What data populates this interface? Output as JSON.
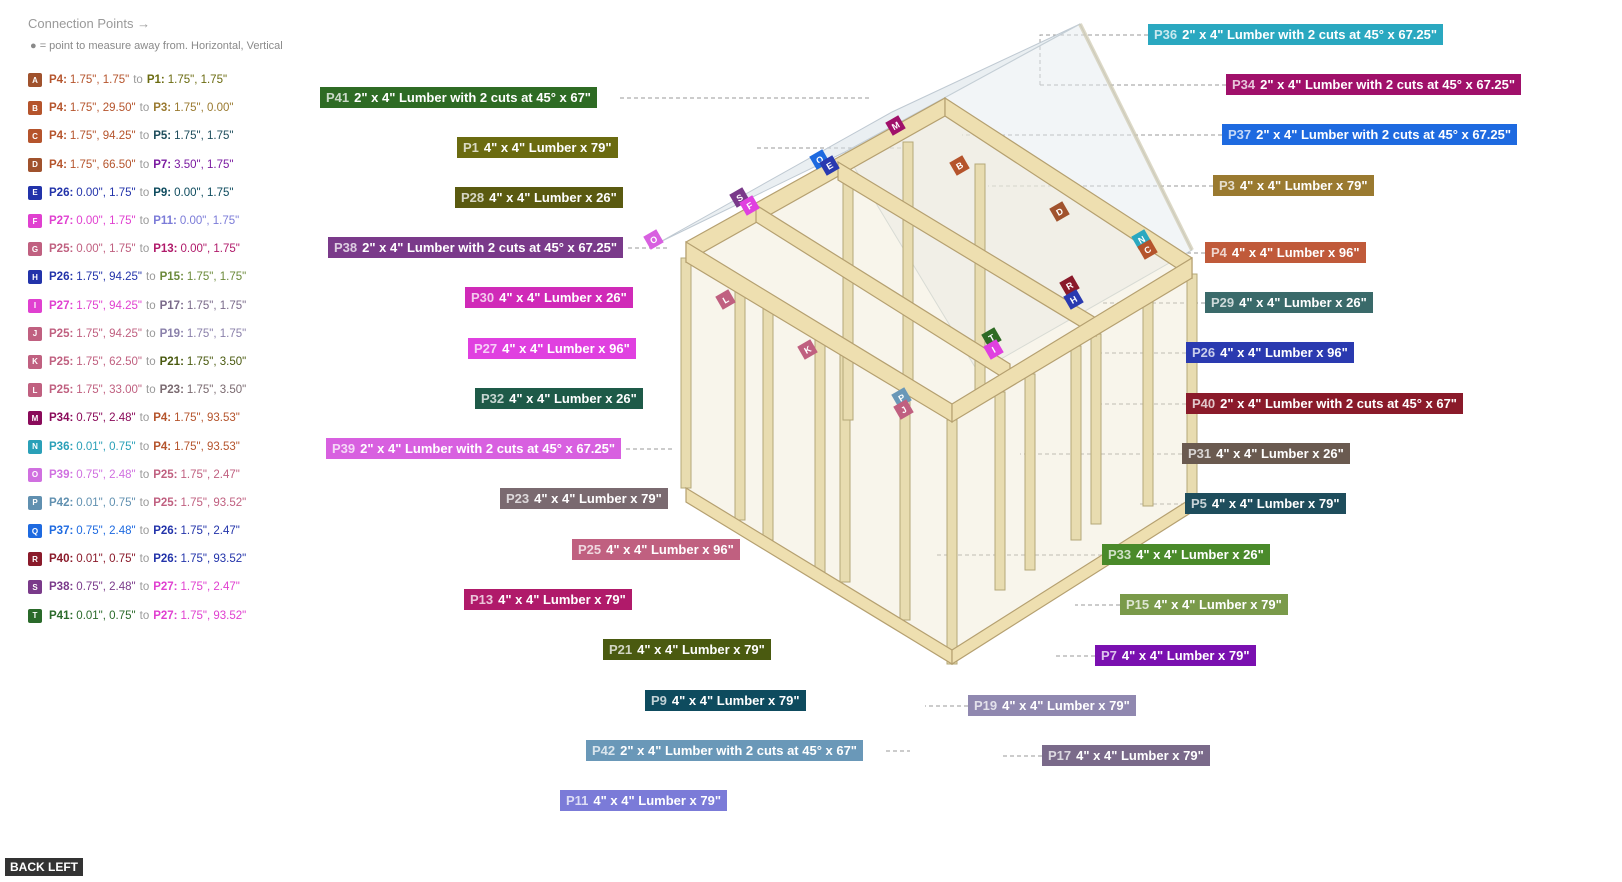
{
  "legend": {
    "title": "Connection Points →",
    "note": "● = point to measure away from. Horizontal, Vertical",
    "rows": [
      {
        "letter": "A",
        "color": "#a0522d",
        "p1": "P4:",
        "c1": "1.75\", 1.75\"",
        "p2": "P1:",
        "c2": "1.75\", 1.75\"",
        "col1": "#b5542c",
        "col2": "#6b6b10"
      },
      {
        "letter": "B",
        "color": "#b5542c",
        "p1": "P4:",
        "c1": "1.75\", 29.50\"",
        "p2": "P3:",
        "c2": "1.75\", 0.00\"",
        "col1": "#b5542c",
        "col2": "#9a7a30"
      },
      {
        "letter": "C",
        "color": "#b5542c",
        "p1": "P4:",
        "c1": "1.75\", 94.25\"",
        "p2": "P5:",
        "c2": "1.75\", 1.75\"",
        "col1": "#b5542c",
        "col2": "#1e4d5c"
      },
      {
        "letter": "D",
        "color": "#a0522d",
        "p1": "P4:",
        "c1": "1.75\", 66.50\"",
        "p2": "P7:",
        "c2": "3.50\", 1.75\"",
        "col1": "#b5542c",
        "col2": "#7a1aa0"
      },
      {
        "letter": "E",
        "color": "#2233aa",
        "p1": "P26:",
        "c1": "0.00\", 1.75\"",
        "p2": "P9:",
        "c2": "0.00\", 1.75\"",
        "col1": "#2233aa",
        "col2": "#0e4b5e"
      },
      {
        "letter": "F",
        "color": "#e040d0",
        "p1": "P27:",
        "c1": "0.00\", 1.75\"",
        "p2": "P11:",
        "c2": "0.00\", 1.75\"",
        "col1": "#e040d0",
        "col2": "#7b7bd8"
      },
      {
        "letter": "G",
        "color": "#c06080",
        "p1": "P25:",
        "c1": "0.00\", 1.75\"",
        "p2": "P13:",
        "c2": "0.00\", 1.75\"",
        "col1": "#c06080",
        "col2": "#b01a6a"
      },
      {
        "letter": "H",
        "color": "#2233aa",
        "p1": "P26:",
        "c1": "1.75\", 94.25\"",
        "p2": "P15:",
        "c2": "1.75\", 1.75\"",
        "col1": "#2233aa",
        "col2": "#6b8a3a"
      },
      {
        "letter": "I",
        "color": "#e040d0",
        "p1": "P27:",
        "c1": "1.75\", 94.25\"",
        "p2": "P17:",
        "c2": "1.75\", 1.75\"",
        "col1": "#e040d0",
        "col2": "#7a6a8a"
      },
      {
        "letter": "J",
        "color": "#c06080",
        "p1": "P25:",
        "c1": "1.75\", 94.25\"",
        "p2": "P19:",
        "c2": "1.75\", 1.75\"",
        "col1": "#c06080",
        "col2": "#8a80aa"
      },
      {
        "letter": "K",
        "color": "#c06080",
        "p1": "P25:",
        "c1": "1.75\", 62.50\"",
        "p2": "P21:",
        "c2": "1.75\", 3.50\"",
        "col1": "#c06080",
        "col2": "#4a5a10"
      },
      {
        "letter": "L",
        "color": "#c06080",
        "p1": "P25:",
        "c1": "1.75\", 33.00\"",
        "p2": "P23:",
        "c2": "1.75\", 3.50\"",
        "col1": "#c06080",
        "col2": "#7a6a70"
      },
      {
        "letter": "M",
        "color": "#8a0a5a",
        "p1": "P34:",
        "c1": "0.75\", 2.48\"",
        "p2": "P4:",
        "c2": "1.75\", 93.53\"",
        "col1": "#8a0a5a",
        "col2": "#b5542c"
      },
      {
        "letter": "N",
        "color": "#2aa0b8",
        "p1": "P36:",
        "c1": "0.01\", 0.75\"",
        "p2": "P4:",
        "c2": "1.75\", 93.53\"",
        "col1": "#2aa0b8",
        "col2": "#b5542c"
      },
      {
        "letter": "O",
        "color": "#d070e0",
        "p1": "P39:",
        "c1": "0.75\", 2.48\"",
        "p2": "P25:",
        "c2": "1.75\", 2.47\"",
        "col1": "#d070e0",
        "col2": "#c06080"
      },
      {
        "letter": "P",
        "color": "#6090b0",
        "p1": "P42:",
        "c1": "0.01\", 0.75\"",
        "p2": "P25:",
        "c2": "1.75\", 93.52\"",
        "col1": "#6090b0",
        "col2": "#c06080"
      },
      {
        "letter": "Q",
        "color": "#1e6ae0",
        "p1": "P37:",
        "c1": "0.75\", 2.48\"",
        "p2": "P26:",
        "c2": "1.75\", 2.47\"",
        "col1": "#1e6ae0",
        "col2": "#2233aa"
      },
      {
        "letter": "R",
        "color": "#8a1a2a",
        "p1": "P40:",
        "c1": "0.01\", 0.75\"",
        "p2": "P26:",
        "c2": "1.75\", 93.52\"",
        "col1": "#8a1a2a",
        "col2": "#2233aa"
      },
      {
        "letter": "S",
        "color": "#7a3a8a",
        "p1": "P38:",
        "c1": "0.75\", 2.48\"",
        "p2": "P27:",
        "c2": "1.75\", 2.47\"",
        "col1": "#7a3a8a",
        "col2": "#e040d0"
      },
      {
        "letter": "T",
        "color": "#2a6a2a",
        "p1": "P41:",
        "c1": "0.01\", 0.75\"",
        "p2": "P27:",
        "c2": "1.75\", 93.52\"",
        "col1": "#2a6a2a",
        "col2": "#e040d0"
      }
    ]
  },
  "parts": [
    {
      "id": "P36",
      "desc": "2\" x 4\" Lumber with 2 cuts at 45° x 67.25\"",
      "color": "#2aa8c0"
    },
    {
      "id": "P34",
      "desc": "2\" x 4\" Lumber with 2 cuts at 45° x 67.25\"",
      "color": "#a0106a"
    },
    {
      "id": "P41",
      "desc": "2\" x 4\" Lumber with 2 cuts at 45° x 67\"",
      "color": "#2e6b24"
    },
    {
      "id": "P37",
      "desc": "2\" x 4\" Lumber with 2 cuts at 45° x 67.25\"",
      "color": "#1e6ae0"
    },
    {
      "id": "P1",
      "desc": "4\" x 4\" Lumber x 79\"",
      "color": "#6b6b10"
    },
    {
      "id": "P3",
      "desc": "4\" x 4\" Lumber x 79\"",
      "color": "#9a7a30"
    },
    {
      "id": "P28",
      "desc": "4\" x 4\" Lumber x 26\"",
      "color": "#5a5a10"
    },
    {
      "id": "P4",
      "desc": "4\" x 4\" Lumber x 96\"",
      "color": "#c05a3a"
    },
    {
      "id": "P38",
      "desc": "2\" x 4\" Lumber with 2 cuts at 45° x 67.25\"",
      "color": "#7a3a8a"
    },
    {
      "id": "P29",
      "desc": "4\" x 4\" Lumber x 26\"",
      "color": "#3a6a6a"
    },
    {
      "id": "P30",
      "desc": "4\" x 4\" Lumber x 26\"",
      "color": "#d02ab8"
    },
    {
      "id": "P26",
      "desc": "4\" x 4\" Lumber x 96\"",
      "color": "#2a3ab0"
    },
    {
      "id": "P27",
      "desc": "4\" x 4\" Lumber x 96\"",
      "color": "#e040e0"
    },
    {
      "id": "P40",
      "desc": "2\" x 4\" Lumber with 2 cuts at 45° x 67\"",
      "color": "#8a1a2a"
    },
    {
      "id": "P32",
      "desc": "4\" x 4\" Lumber x 26\"",
      "color": "#1e5a48"
    },
    {
      "id": "P31",
      "desc": "4\" x 4\" Lumber x 26\"",
      "color": "#6a5a50"
    },
    {
      "id": "P39",
      "desc": "2\" x 4\" Lumber with 2 cuts at 45° x 67.25\"",
      "color": "#d860e0"
    },
    {
      "id": "P5",
      "desc": "4\" x 4\" Lumber x 79\"",
      "color": "#1e4d5c"
    },
    {
      "id": "P23",
      "desc": "4\" x 4\" Lumber x 79\"",
      "color": "#7a6a70"
    },
    {
      "id": "P33",
      "desc": "4\" x 4\" Lumber x 26\"",
      "color": "#4a8a2a"
    },
    {
      "id": "P25",
      "desc": "4\" x 4\" Lumber x 96\"",
      "color": "#c06080"
    },
    {
      "id": "P15",
      "desc": "4\" x 4\" Lumber x 79\"",
      "color": "#7a9a4a"
    },
    {
      "id": "P13",
      "desc": "4\" x 4\" Lumber x 79\"",
      "color": "#b01a6a"
    },
    {
      "id": "P7",
      "desc": "4\" x 4\" Lumber x 79\"",
      "color": "#7a10b0"
    },
    {
      "id": "P21",
      "desc": "4\" x 4\" Lumber x 79\"",
      "color": "#4a5a10"
    },
    {
      "id": "P9",
      "desc": "4\" x 4\" Lumber x 79\"",
      "color": "#0e4b5e"
    },
    {
      "id": "P19",
      "desc": "4\" x 4\" Lumber x 79\"",
      "color": "#9088b0"
    },
    {
      "id": "P42",
      "desc": "2\" x 4\" Lumber with 2 cuts at 45° x 67\"",
      "color": "#6a98b8"
    },
    {
      "id": "P17",
      "desc": "4\" x 4\" Lumber x 79\"",
      "color": "#7a6a8a"
    },
    {
      "id": "P11",
      "desc": "4\" x 4\" Lumber x 79\"",
      "color": "#7b7bd8"
    }
  ],
  "tags": [
    {
      "text": "M",
      "color": "#a0106a"
    },
    {
      "text": "Q",
      "color": "#1e6ae0"
    },
    {
      "text": "E",
      "color": "#2a3ab0"
    },
    {
      "text": "B",
      "color": "#b5542c"
    },
    {
      "text": "S",
      "color": "#7a3a8a"
    },
    {
      "text": "F",
      "color": "#e040e0"
    },
    {
      "text": "D",
      "color": "#a0522d"
    },
    {
      "text": "O",
      "color": "#d860e0"
    },
    {
      "text": "N",
      "color": "#2aa8c0"
    },
    {
      "text": "C",
      "color": "#b5542c"
    },
    {
      "text": "L",
      "color": "#c06080"
    },
    {
      "text": "R",
      "color": "#8a1a2a"
    },
    {
      "text": "H",
      "color": "#2a3ab0"
    },
    {
      "text": "K",
      "color": "#c06080"
    },
    {
      "text": "T",
      "color": "#2e6b24"
    },
    {
      "text": "I",
      "color": "#e040e0"
    },
    {
      "text": "P",
      "color": "#6a98b8"
    },
    {
      "text": "J",
      "color": "#c06080"
    }
  ],
  "view_button": "BACK LEFT"
}
